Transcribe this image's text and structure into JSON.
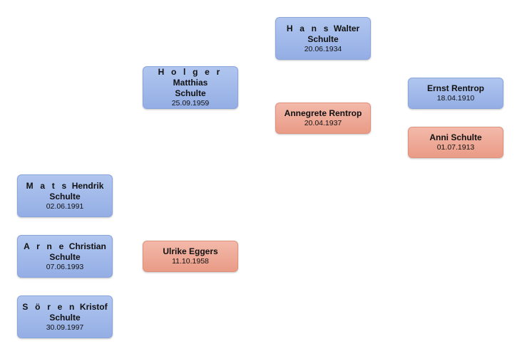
{
  "nodes": {
    "hans": {
      "first_spaced": "H a n s",
      "first_rest": " Walter",
      "surname": "Schulte",
      "date": "20.06.1934"
    },
    "holger": {
      "first_spaced": "H o l g e r",
      "first_rest": " Matthias",
      "surname": "Schulte",
      "date": "25.09.1959"
    },
    "ernst": {
      "name": "Ernst Rentrop",
      "date": "18.04.1910"
    },
    "annegrete": {
      "name": "Annegrete Rentrop",
      "date": "20.04.1937"
    },
    "anni": {
      "name": "Anni Schulte",
      "date": "01.07.1913"
    },
    "mats": {
      "first_spaced": "M a t s",
      "first_rest": " Hendrik",
      "surname": "Schulte",
      "date": "02.06.1991"
    },
    "arne": {
      "first_spaced": "A r n e",
      "first_rest": " Christian",
      "surname": "Schulte",
      "date": "07.06.1993"
    },
    "ulrike": {
      "name": "Ulrike Eggers",
      "date": "11.10.1958"
    },
    "soeren": {
      "first_spaced": "S ö r e n",
      "first_rest": " Kristof",
      "surname": "Schulte",
      "date": "30.09.1997"
    }
  },
  "colors": {
    "male": "#a3bbeb",
    "female": "#eeab98"
  }
}
